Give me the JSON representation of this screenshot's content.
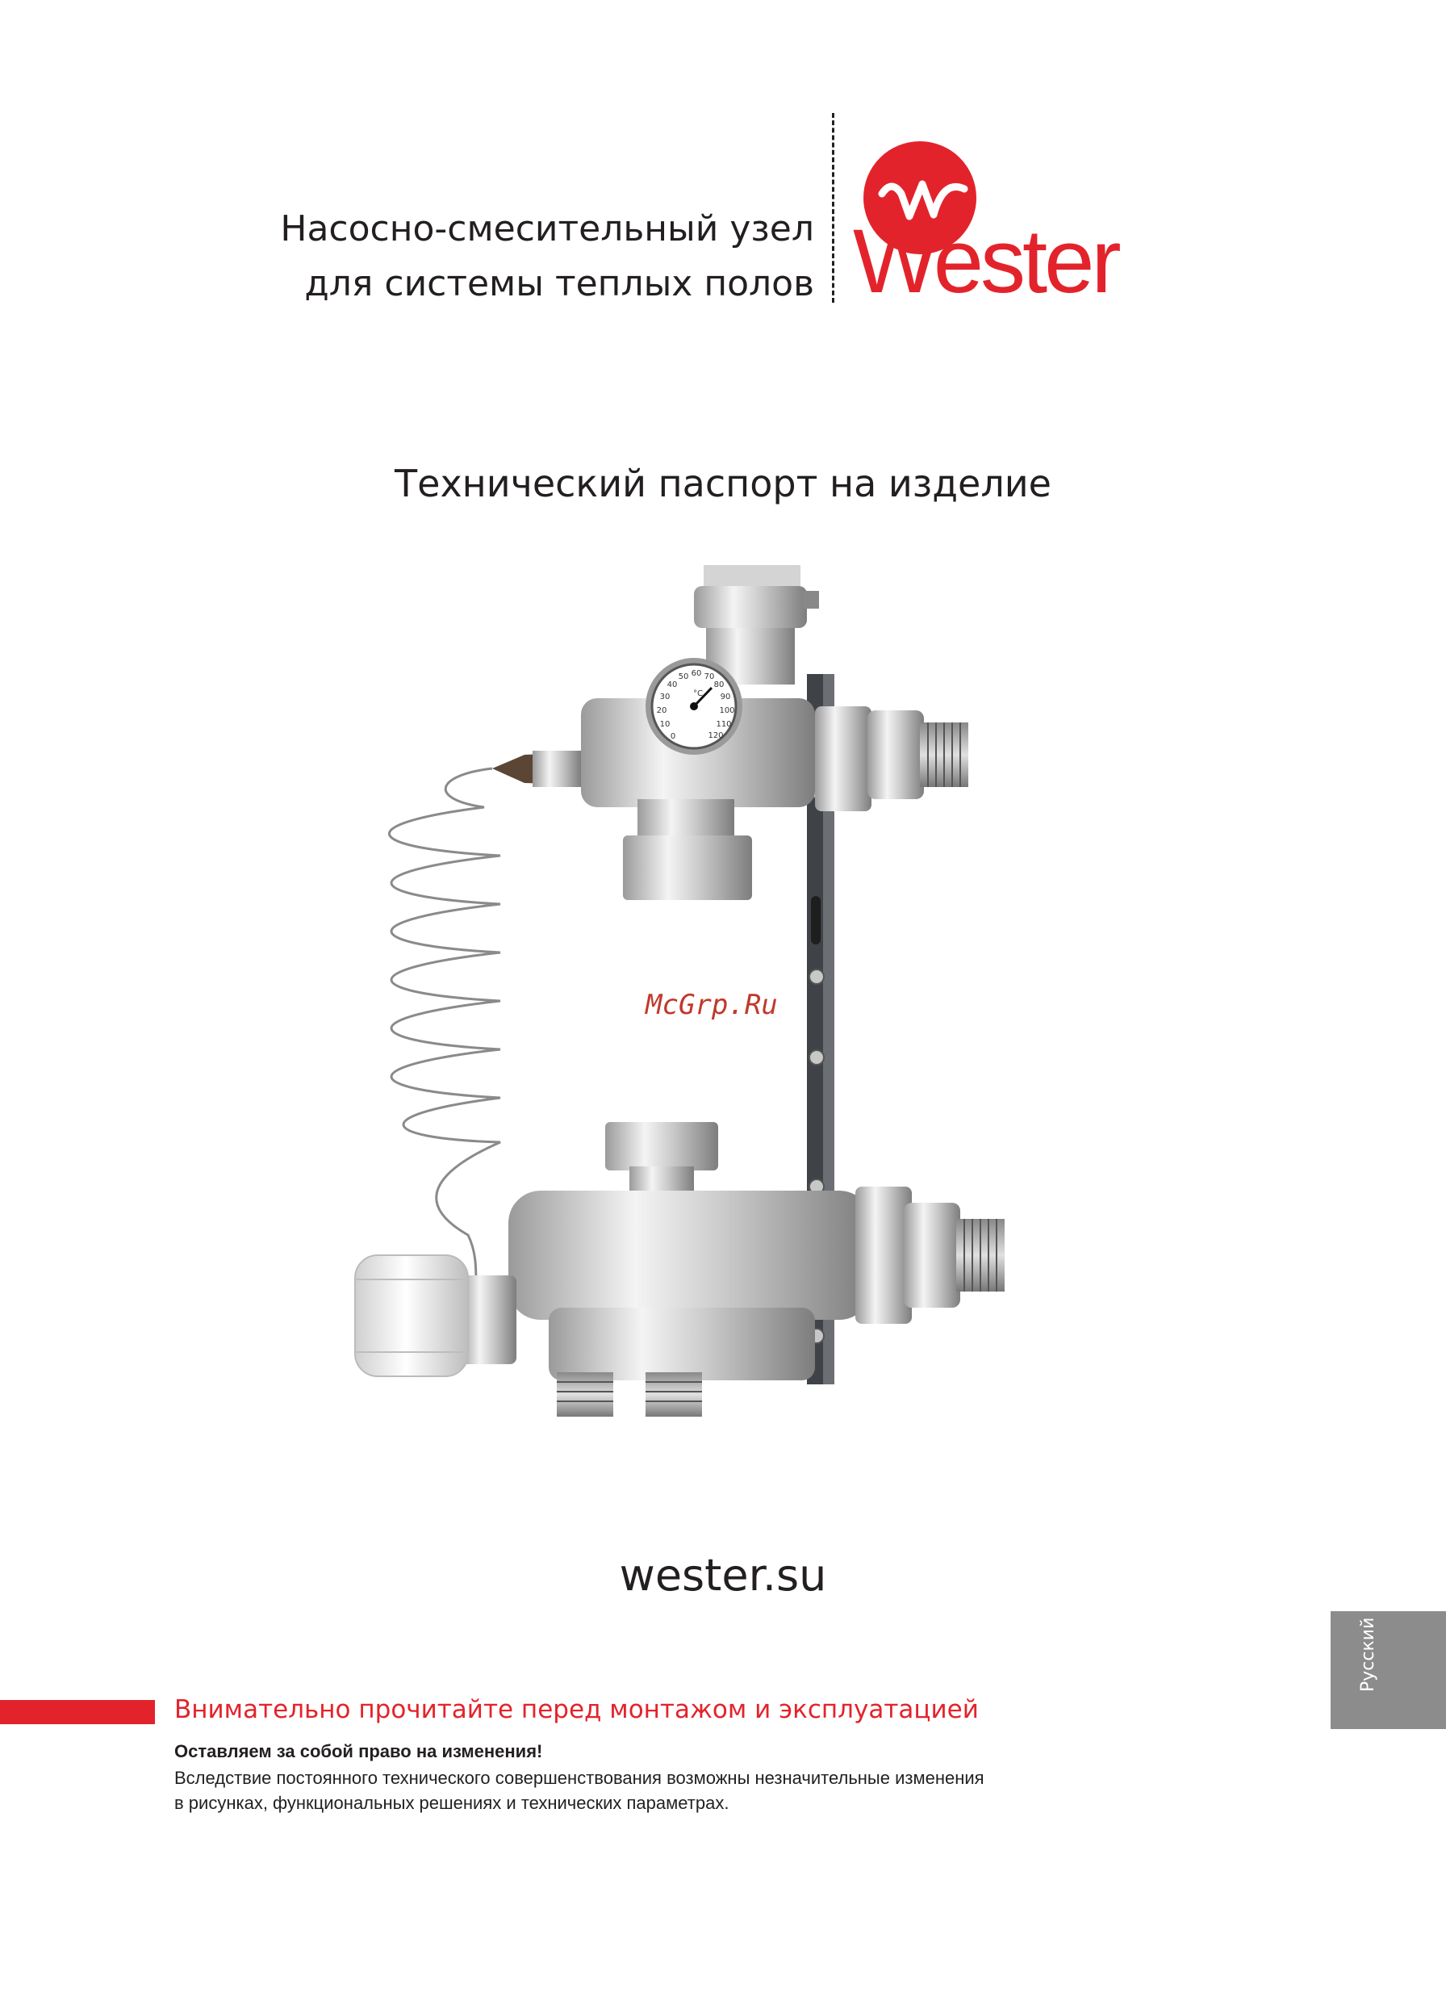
{
  "header": {
    "title_line1": "Насосно-смесительный узел",
    "title_line2": "для системы теплых полов"
  },
  "logo": {
    "word": "Wester",
    "icon": "wester-circle-logo-icon",
    "color": "#e3232b"
  },
  "doc_title": "Технический паспорт на изделие",
  "product_image": {
    "icon": "pump-mixing-unit-image",
    "thermometer_scale": [
      "0",
      "10",
      "20",
      "30",
      "40",
      "50",
      "60",
      "70",
      "80",
      "90",
      "100",
      "110",
      "120"
    ],
    "thermometer_unit": "°C"
  },
  "watermark": "McGrp.Ru",
  "website": "wester.su",
  "language_tab": "Русский",
  "footer": {
    "warning": "Внимательно прочитайте перед монтажом и эксплуатацией",
    "notice_bold": "Оставляем за собой право на изменения!",
    "notice_line1": "Вследствие постоянного технического совершенствования возможны незначительные изменения",
    "notice_line2": "в рисунках, функциональных решениях и технических параметрах."
  },
  "colors": {
    "brand_red": "#e3232b",
    "text": "#231f20",
    "lang_tab_bg": "#8c8c8c"
  }
}
